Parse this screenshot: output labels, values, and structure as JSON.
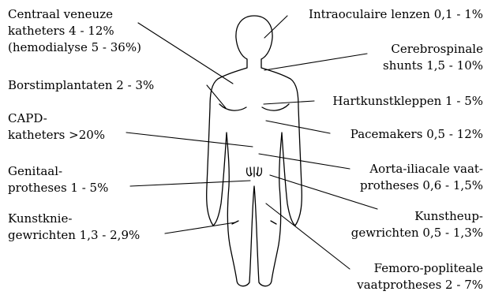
{
  "labels": {
    "cvk": [
      "Centraal veneuze",
      "katheters 4 - 12%",
      "(hemodialyse 5 - 36%)"
    ],
    "borst": [
      "Borstimplantaten 2 - 3%"
    ],
    "capd": [
      "CAPD-",
      "katheters >20%"
    ],
    "genitaal": [
      "Genitaal-",
      "protheses 1 - 5%"
    ],
    "knie": [
      "Kunstknie-",
      "gewrichten 1,3 - 2,9%"
    ],
    "iol": [
      "Intraoculaire lenzen 0,1 - 1%"
    ],
    "shunts": [
      "Cerebrospinale",
      "shunts 1,5 - 10%"
    ],
    "hart": [
      "Hartkunstkleppen 1 - 5%"
    ],
    "pace": [
      "Pacemakers 0,5 - 12%"
    ],
    "aorta": [
      "Aorta-iliacale vaat-",
      "protheses 0,6 - 1,5%"
    ],
    "heup": [
      "Kunstheup-",
      "gewrichten 0,5 - 1,3%"
    ],
    "femoro": [
      "Femoro-popliteale",
      "vaatprotheses 2 - 7%"
    ]
  }
}
